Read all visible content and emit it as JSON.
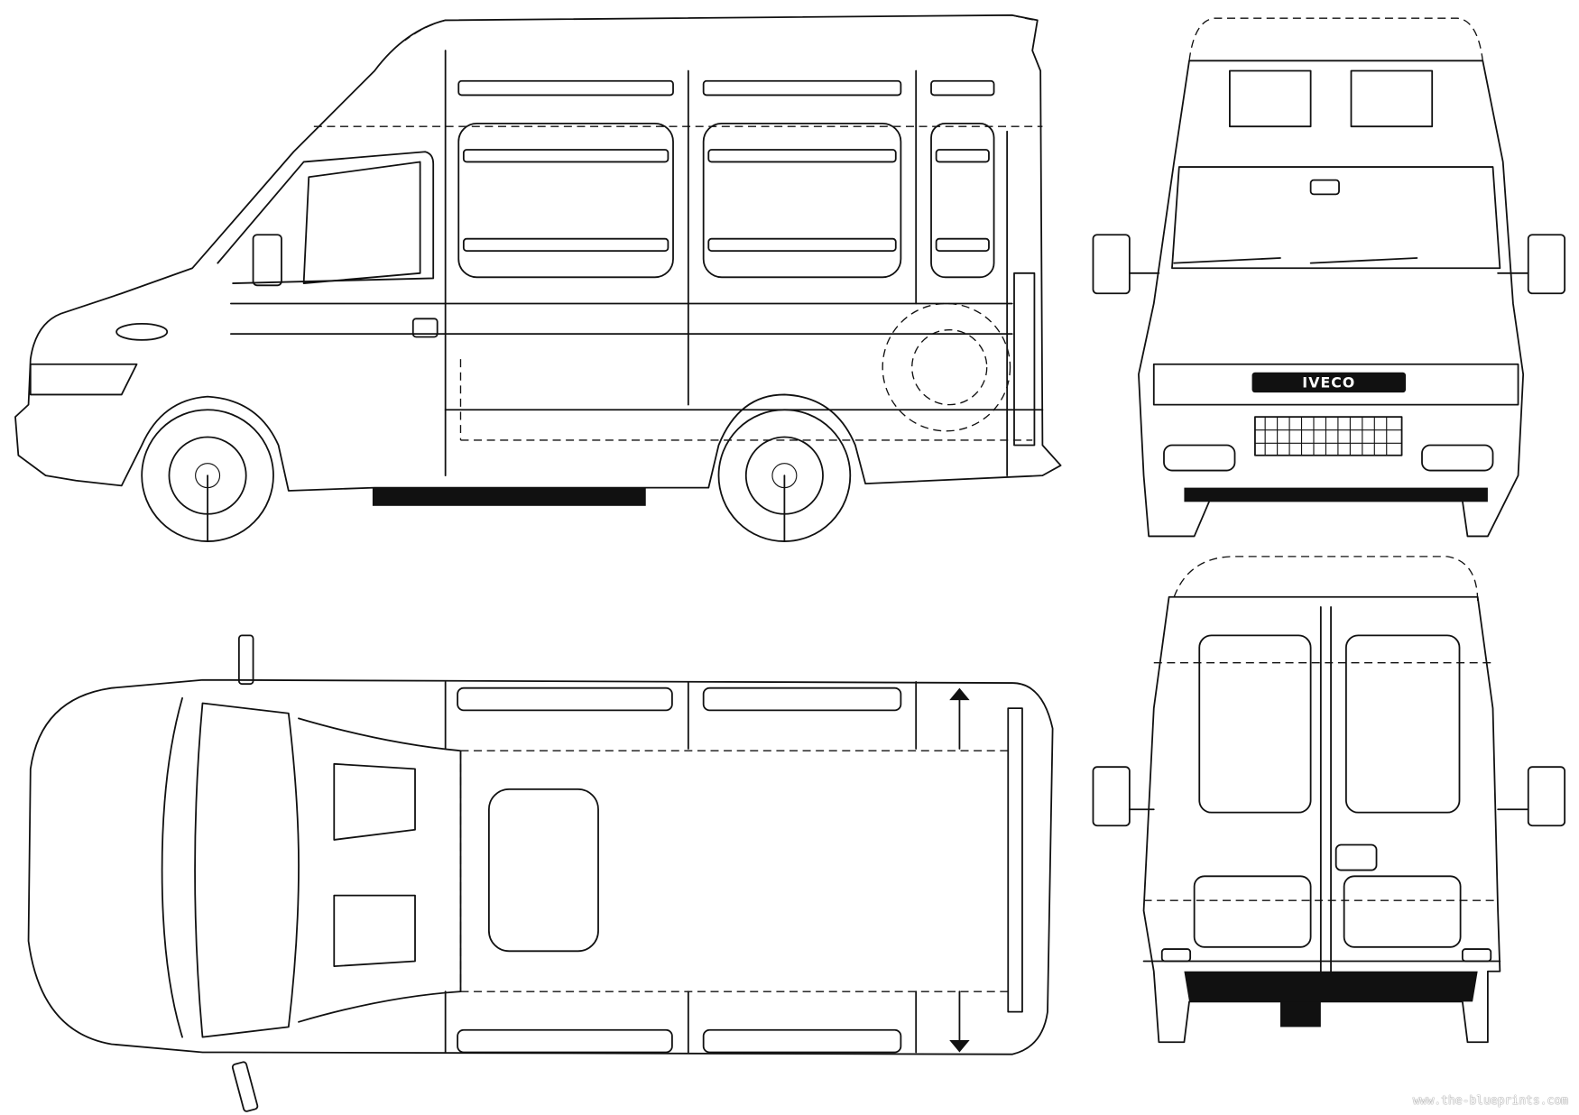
{
  "title": "Iveco Daily high-roof van blueprint",
  "views": [
    "side",
    "front",
    "top",
    "rear"
  ],
  "front_badge": "IVECO",
  "watermark": "www.the-blueprints.com"
}
